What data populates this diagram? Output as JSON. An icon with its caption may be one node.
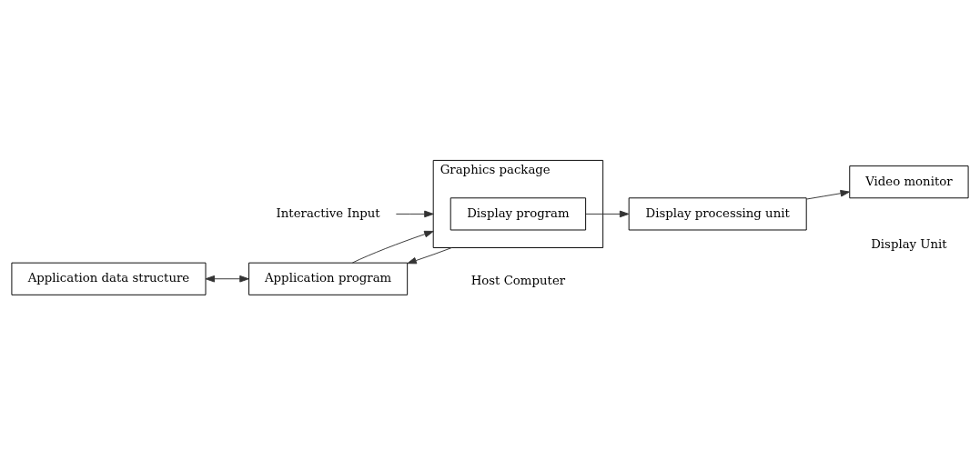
{
  "diagram": {
    "nodes": [
      {
        "text": [
          "Application data structure"
        ]
      },
      {
        "text": [
          "Application program"
        ]
      },
      {
        "text": [
          "Graphics package"
        ]
      },
      {
        "text": [
          "Display program"
        ],
        "in": 2
      },
      {
        "text": [
          "Display processing unit"
        ]
      },
      {
        "text": [
          "Video monitor"
        ]
      },
      {
        "text": [
          "Interactive Input"
        ]
      }
    ],
    "edges": [
      {
        "from": 0,
        "to": 1,
        "arrow": "both"
      },
      {
        "from": 1,
        "to": 2,
        "arrow": "to"
      },
      {
        "from": 6,
        "to": 2,
        "arrow": "to"
      },
      {
        "from": 2,
        "to": 1,
        "arrow": "to"
      },
      {
        "from": 3,
        "to": 4,
        "arrow": "to"
      },
      {
        "from": 4,
        "to": 5,
        "arrow": "to"
      }
    ],
    "labels": [
      "Host Computer",
      "Display Unit"
    ]
  }
}
